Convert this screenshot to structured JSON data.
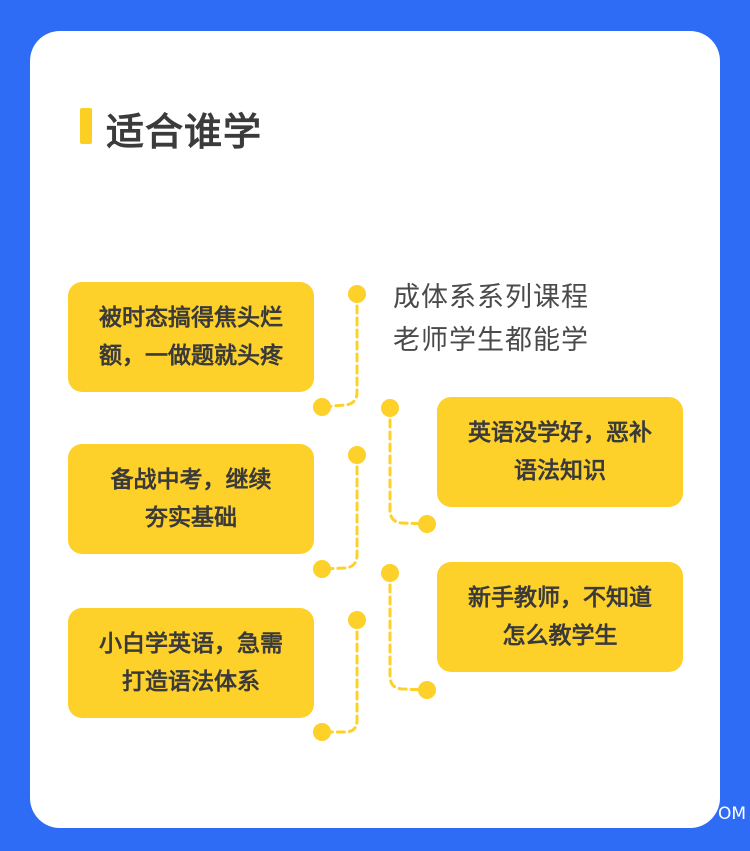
{
  "header": {
    "title": "适合谁学"
  },
  "intro": {
    "line1": "成体系系列课程",
    "line2": "老师学生都能学"
  },
  "boxes": [
    {
      "line1": "被时态搞得焦头烂",
      "line2": "额，一做题就头疼"
    },
    {
      "line1": "英语没学好，恶补",
      "line2": "语法知识"
    },
    {
      "line1": "备战中考，继续",
      "line2": "夯实基础"
    },
    {
      "line1": "新手教师，不知道",
      "line2": "怎么教学生"
    },
    {
      "line1": "小白学英语，急需",
      "line2": "打造语法体系"
    }
  ],
  "watermark": "OM",
  "colors": {
    "background": "#2f6cf6",
    "card": "#ffffff",
    "accent": "#fdd02a",
    "text": "#3a3a3a"
  }
}
